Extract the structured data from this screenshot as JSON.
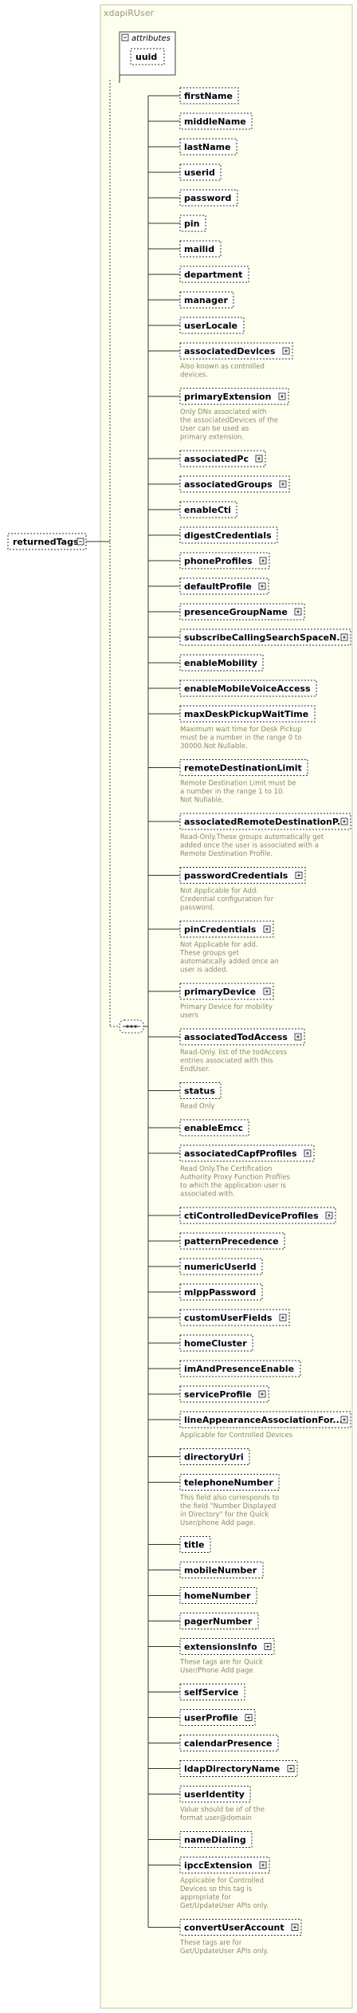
{
  "type_name": "xdapiRUser",
  "root": {
    "name": "returnedTags"
  },
  "attributes_group": {
    "label": "attributes",
    "items": [
      "uuid"
    ]
  },
  "sequence_icon": "sequence-compositor-icon",
  "elements": [
    {
      "name": "firstName",
      "expandable": false,
      "desc": []
    },
    {
      "name": "middleName",
      "expandable": false,
      "desc": []
    },
    {
      "name": "lastName",
      "expandable": false,
      "desc": []
    },
    {
      "name": "userid",
      "expandable": false,
      "desc": []
    },
    {
      "name": "password",
      "expandable": false,
      "desc": []
    },
    {
      "name": "pin",
      "expandable": false,
      "desc": []
    },
    {
      "name": "mailid",
      "expandable": false,
      "desc": []
    },
    {
      "name": "department",
      "expandable": false,
      "desc": []
    },
    {
      "name": "manager",
      "expandable": false,
      "desc": []
    },
    {
      "name": "userLocale",
      "expandable": false,
      "desc": []
    },
    {
      "name": "associatedDevices",
      "expandable": true,
      "desc": [
        "Also known as controlled",
        "devices."
      ]
    },
    {
      "name": "primaryExtension",
      "expandable": true,
      "desc": [
        "Only DNs associated with",
        "the associatedDevices of the",
        "User can be used as",
        "primary extension."
      ]
    },
    {
      "name": "associatedPc",
      "expandable": true,
      "desc": []
    },
    {
      "name": "associatedGroups",
      "expandable": true,
      "desc": []
    },
    {
      "name": "enableCti",
      "expandable": false,
      "desc": []
    },
    {
      "name": "digestCredentials",
      "expandable": false,
      "desc": []
    },
    {
      "name": "phoneProfiles",
      "expandable": true,
      "desc": []
    },
    {
      "name": "defaultProfile",
      "expandable": true,
      "desc": []
    },
    {
      "name": "presenceGroupName",
      "expandable": true,
      "desc": []
    },
    {
      "name": "subscribeCallingSearchSpaceN...",
      "expandable": true,
      "desc": []
    },
    {
      "name": "enableMobility",
      "expandable": false,
      "desc": []
    },
    {
      "name": "enableMobileVoiceAccess",
      "expandable": false,
      "desc": []
    },
    {
      "name": "maxDeskPickupWaitTime",
      "expandable": false,
      "desc": [
        "Maximum wait time for Desk Pickup",
        "must be a number in the range 0 to",
        "30000.Not Nullable."
      ]
    },
    {
      "name": "remoteDestinationLimit",
      "expandable": false,
      "desc": [
        "Remote Destination Limit must be",
        "a number in the range 1 to 10.",
        "Not Nullable."
      ]
    },
    {
      "name": "associatedRemoteDestinationP...",
      "expandable": true,
      "desc": [
        "Read-Only.These groups automatically get",
        "added once the user is associated with a",
        "Remote Destination Profile."
      ]
    },
    {
      "name": "passwordCredentials",
      "expandable": true,
      "desc": [
        "Not Applicable for Add.",
        "Credential configuration for",
        "password."
      ]
    },
    {
      "name": "pinCredentials",
      "expandable": true,
      "desc": [
        "Not Applicable for add.",
        "These groups get",
        "automatically added once an",
        "user is added."
      ]
    },
    {
      "name": "primaryDevice",
      "expandable": true,
      "desc": [
        "Primary Device for mobility",
        "users"
      ]
    },
    {
      "name": "associatedTodAccess",
      "expandable": true,
      "desc": [
        "Read-Only. list of the todAccess",
        "entries associated with this",
        "EndUser."
      ]
    },
    {
      "name": "status",
      "expandable": false,
      "desc": [
        "Read Only"
      ]
    },
    {
      "name": "enableEmcc",
      "expandable": false,
      "desc": []
    },
    {
      "name": "associatedCapfProfiles",
      "expandable": true,
      "desc": [
        "Read Only.The Certification",
        "Authority Proxy Function Profiles",
        "to which the application user is",
        "associated with."
      ]
    },
    {
      "name": "ctiControlledDeviceProfiles",
      "expandable": true,
      "desc": []
    },
    {
      "name": "patternPrecedence",
      "expandable": false,
      "desc": []
    },
    {
      "name": "numericUserId",
      "expandable": false,
      "desc": []
    },
    {
      "name": "mlppPassword",
      "expandable": false,
      "desc": []
    },
    {
      "name": "customUserFields",
      "expandable": true,
      "desc": []
    },
    {
      "name": "homeCluster",
      "expandable": false,
      "desc": []
    },
    {
      "name": "imAndPresenceEnable",
      "expandable": false,
      "desc": []
    },
    {
      "name": "serviceProfile",
      "expandable": true,
      "desc": []
    },
    {
      "name": "lineAppearanceAssociationFor...",
      "expandable": true,
      "desc": [
        "Applicable for Controlled Devices"
      ]
    },
    {
      "name": "directoryUri",
      "expandable": false,
      "desc": []
    },
    {
      "name": "telephoneNumber",
      "expandable": false,
      "desc": [
        "This field also corresponds to",
        "the field \"Number Displayed",
        "in Directory\" for the Quick",
        "User/phone Add page."
      ]
    },
    {
      "name": "title",
      "expandable": false,
      "desc": []
    },
    {
      "name": "mobileNumber",
      "expandable": false,
      "desc": []
    },
    {
      "name": "homeNumber",
      "expandable": false,
      "desc": []
    },
    {
      "name": "pagerNumber",
      "expandable": false,
      "desc": []
    },
    {
      "name": "extensionsInfo",
      "expandable": true,
      "desc": [
        "These tags are for Quick",
        "User/Phone Add page"
      ]
    },
    {
      "name": "selfService",
      "expandable": false,
      "desc": []
    },
    {
      "name": "userProfile",
      "expandable": true,
      "desc": []
    },
    {
      "name": "calendarPresence",
      "expandable": false,
      "desc": []
    },
    {
      "name": "ldapDirectoryName",
      "expandable": true,
      "desc": []
    },
    {
      "name": "userIdentity",
      "expandable": false,
      "desc": [
        "Value should be of of the",
        "format user@domain"
      ]
    },
    {
      "name": "nameDialing",
      "expandable": false,
      "desc": []
    },
    {
      "name": "ipccExtension",
      "expandable": true,
      "desc": [
        "Applicable for Controlled",
        "Devices so this tag is",
        "appropriate for",
        "Get/UpdateUser APIs only."
      ]
    },
    {
      "name": "convertUserAccount",
      "expandable": true,
      "desc": [
        "These tags are for",
        "Get/UpdateUser APIs only."
      ]
    }
  ]
}
